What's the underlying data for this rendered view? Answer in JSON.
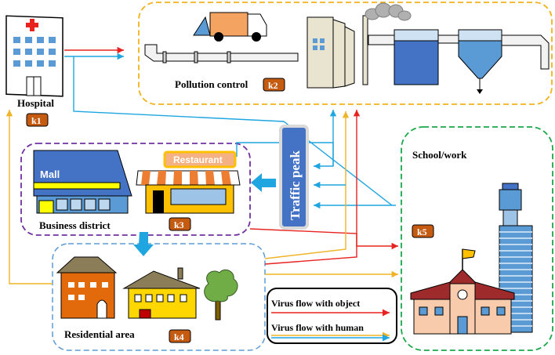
{
  "labels": {
    "hospital": "Hospital",
    "pollution_control": "Pollution control",
    "school_work": "School/work",
    "business_district": "Business district",
    "residential_area": "Residential area",
    "traffic_peak": "Traffic peak",
    "mall": "Mall",
    "restaurant": "Restaurant"
  },
  "badges": {
    "k1": "k1",
    "k2": "k2",
    "k3": "k3",
    "k4": "k4",
    "k5": "k5"
  },
  "legend": {
    "object": "Virus flow with object",
    "human": "Virus flow with human"
  },
  "colors": {
    "object_flow": "#e8231f",
    "human_flow_blue": "#1fa6e0",
    "human_flow_yellow": "#f0b429",
    "badge": "#c55a11",
    "pollution_border": "#f2b21b",
    "business_border": "#7030a0",
    "residential_border": "#5b9bd5",
    "school_border": "#1aa84a",
    "traffic_box": "#4472c4"
  }
}
